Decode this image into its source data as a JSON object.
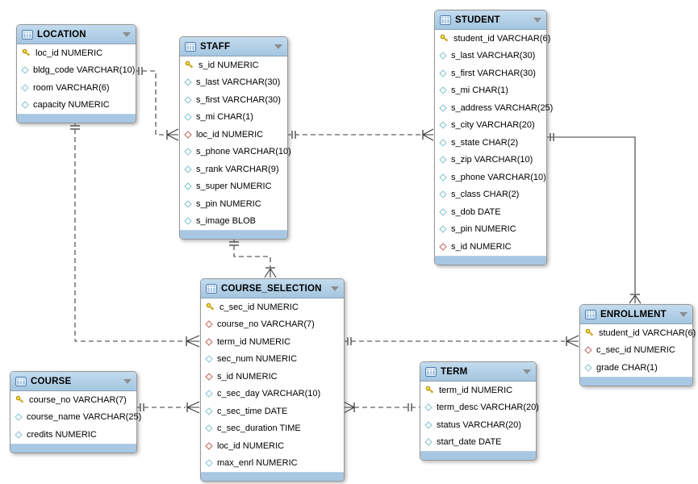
{
  "diagram": {
    "title": "ER diagram - course enrollment schema",
    "colors": {
      "table_header": "#aecbe5",
      "table_footer": "#a7c7e2",
      "table_body": "#ffffff",
      "primary_key_icon": "#ecc51a",
      "column_icon": "#8ac6d3",
      "foreign_key_icon": "#c2706a",
      "relationship_line": "#3a3a3a"
    },
    "tables": [
      {
        "name": "LOCATION",
        "columns": [
          {
            "kind": "pk",
            "label": "loc_id NUMERIC"
          },
          {
            "kind": "col",
            "label": "bldg_code VARCHAR(10)"
          },
          {
            "kind": "col",
            "label": "room VARCHAR(6)"
          },
          {
            "kind": "col",
            "label": "capacity NUMERIC"
          }
        ]
      },
      {
        "name": "STAFF",
        "columns": [
          {
            "kind": "pk",
            "label": "s_id NUMERIC"
          },
          {
            "kind": "col",
            "label": "s_last VARCHAR(30)"
          },
          {
            "kind": "col",
            "label": "s_first VARCHAR(30)"
          },
          {
            "kind": "col",
            "label": "s_mi CHAR(1)"
          },
          {
            "kind": "fk",
            "label": "loc_id NUMERIC"
          },
          {
            "kind": "col",
            "label": "s_phone VARCHAR(10)"
          },
          {
            "kind": "col",
            "label": "s_rank VARCHAR(9)"
          },
          {
            "kind": "col",
            "label": "s_super NUMERIC"
          },
          {
            "kind": "col",
            "label": "s_pin NUMERIC"
          },
          {
            "kind": "col",
            "label": "s_image BLOB"
          }
        ]
      },
      {
        "name": "STUDENT",
        "columns": [
          {
            "kind": "pk",
            "label": "student_id VARCHAR(6)"
          },
          {
            "kind": "col",
            "label": "s_last VARCHAR(30)"
          },
          {
            "kind": "col",
            "label": "s_first VARCHAR(30)"
          },
          {
            "kind": "col",
            "label": "s_mi CHAR(1)"
          },
          {
            "kind": "col",
            "label": "s_address VARCHAR(25)"
          },
          {
            "kind": "col",
            "label": "s_city VARCHAR(20)"
          },
          {
            "kind": "col",
            "label": "s_state CHAR(2)"
          },
          {
            "kind": "col",
            "label": "s_zip VARCHAR(10)"
          },
          {
            "kind": "col",
            "label": "s_phone VARCHAR(10)"
          },
          {
            "kind": "col",
            "label": "s_class CHAR(2)"
          },
          {
            "kind": "col",
            "label": "s_dob DATE"
          },
          {
            "kind": "col",
            "label": "s_pin NUMERIC"
          },
          {
            "kind": "fk",
            "label": "s_id NUMERIC"
          }
        ]
      },
      {
        "name": "COURSE_SELECTION",
        "columns": [
          {
            "kind": "pk",
            "label": "c_sec_id NUMERIC"
          },
          {
            "kind": "fk",
            "label": "course_no VARCHAR(7)"
          },
          {
            "kind": "fk",
            "label": "term_id NUMERIC"
          },
          {
            "kind": "col",
            "label": "sec_num NUMERIC"
          },
          {
            "kind": "fk",
            "label": "s_id NUMERIC"
          },
          {
            "kind": "col",
            "label": "c_sec_day VARCHAR(10)"
          },
          {
            "kind": "col",
            "label": "c_sec_time DATE"
          },
          {
            "kind": "col",
            "label": "c_sec_duration TIME"
          },
          {
            "kind": "fk",
            "label": "loc_id NUMERIC"
          },
          {
            "kind": "col",
            "label": "max_enrl NUMERIC"
          }
        ]
      },
      {
        "name": "ENROLLMENT",
        "columns": [
          {
            "kind": "pk",
            "label": "student_id VARCHAR(6)"
          },
          {
            "kind": "fk",
            "label": "c_sec_id NUMERIC"
          },
          {
            "kind": "col",
            "label": "grade CHAR(1)"
          }
        ]
      },
      {
        "name": "COURSE",
        "columns": [
          {
            "kind": "pk",
            "label": "course_no VARCHAR(7)"
          },
          {
            "kind": "col",
            "label": "course_name VARCHAR(25)"
          },
          {
            "kind": "col",
            "label": "credits NUMERIC"
          }
        ]
      },
      {
        "name": "TERM",
        "columns": [
          {
            "kind": "pk",
            "label": "term_id NUMERIC"
          },
          {
            "kind": "col",
            "label": "term_desc VARCHAR(20)"
          },
          {
            "kind": "col",
            "label": "status VARCHAR(20)"
          },
          {
            "kind": "col",
            "label": "start_date DATE"
          }
        ]
      }
    ],
    "relationships": [
      {
        "from": "LOCATION",
        "to": "STAFF",
        "from_cardinality": "one",
        "to_cardinality": "many",
        "line": "dashed"
      },
      {
        "from": "STAFF",
        "to": "STUDENT",
        "from_cardinality": "one",
        "to_cardinality": "many",
        "line": "dashed"
      },
      {
        "from": "STAFF",
        "to": "COURSE_SELECTION",
        "from_cardinality": "one",
        "to_cardinality": "many",
        "line": "dashed"
      },
      {
        "from": "LOCATION",
        "to": "COURSE_SELECTION",
        "from_cardinality": "one",
        "to_cardinality": "many",
        "line": "dashed"
      },
      {
        "from": "COURSE",
        "to": "COURSE_SELECTION",
        "from_cardinality": "one",
        "to_cardinality": "many",
        "line": "dashed"
      },
      {
        "from": "TERM",
        "to": "COURSE_SELECTION",
        "from_cardinality": "one",
        "to_cardinality": "many",
        "line": "dashed"
      },
      {
        "from": "COURSE_SELECTION",
        "to": "ENROLLMENT",
        "from_cardinality": "one",
        "to_cardinality": "many",
        "line": "dashed"
      },
      {
        "from": "STUDENT",
        "to": "ENROLLMENT",
        "from_cardinality": "one",
        "to_cardinality": "many",
        "line": "solid"
      }
    ]
  }
}
